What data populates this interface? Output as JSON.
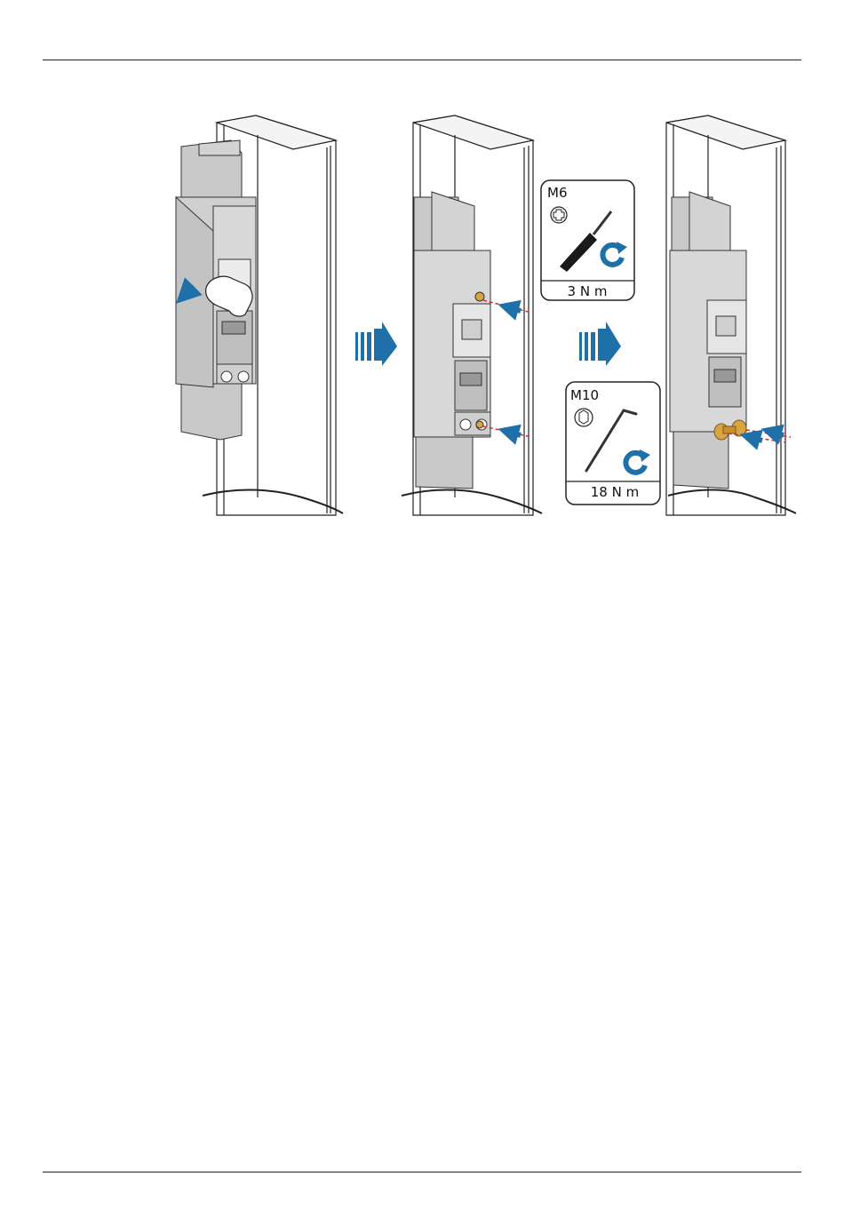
{
  "tool_callouts": {
    "screwdriver": {
      "screw_size": "M6",
      "torque": "3 N m",
      "icon": "phillips-screwdriver-icon",
      "rotation_icon": "clockwise-arrow-icon"
    },
    "hex_key": {
      "screw_size": "M10",
      "torque": "18 N m",
      "icon": "hex-key-icon",
      "rotation_icon": "clockwise-arrow-icon"
    }
  },
  "colors": {
    "accent_blue": "#1f6fa8",
    "panel_gray": "#c9c9c9",
    "cabinet_white": "#ffffff",
    "dashed_red": "#d0312d",
    "brass": "#d9a441"
  },
  "step_arrows": [
    "step-arrow-1-to-2",
    "step-arrow-2-to-3"
  ]
}
